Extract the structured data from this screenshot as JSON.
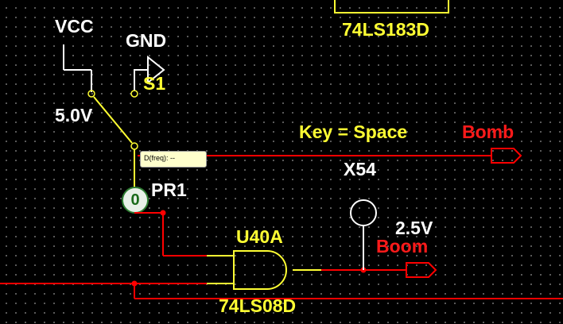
{
  "labels": {
    "vcc": "VCC",
    "vcc_voltage": "5.0V",
    "gnd": "GND",
    "switch_name": "S1",
    "key_binding": "Key = Space",
    "bomb_connector": "Bomb",
    "chip_top": "74LS183D",
    "lamp_name": "X54",
    "probe_name": "PR1",
    "gate_name": "U40A",
    "gate_part": "74LS08D",
    "lamp_voltage": "2.5V",
    "boom_connector": "Boom"
  },
  "probe": {
    "value": "0",
    "tooltip": "D(freq): --"
  },
  "colors": {
    "background": "#000000",
    "grid_dot": "#6a6a6a",
    "wire_red": "#ff0000",
    "wire_white": "#ffffff",
    "component_yellow": "#ffff33",
    "label_red": "#ff1a1a",
    "tooltip_bg": "#ffffcc",
    "probe_fill": "#e8f0e8",
    "probe_ring": "#2e7d32"
  }
}
